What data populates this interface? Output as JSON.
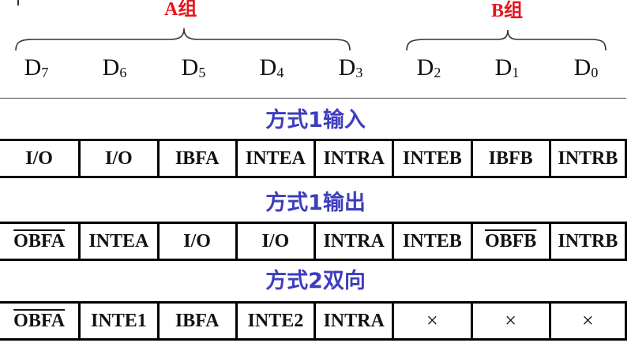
{
  "groups": [
    {
      "label": "A组"
    },
    {
      "label": "B组"
    }
  ],
  "bits": [
    {
      "base": "D",
      "sub": "7"
    },
    {
      "base": "D",
      "sub": "6"
    },
    {
      "base": "D",
      "sub": "5"
    },
    {
      "base": "D",
      "sub": "4"
    },
    {
      "base": "D",
      "sub": "3"
    },
    {
      "base": "D",
      "sub": "2"
    },
    {
      "base": "D",
      "sub": "1"
    },
    {
      "base": "D",
      "sub": "0"
    }
  ],
  "modes": [
    {
      "title": "方式1输入",
      "cells": [
        {
          "text": "I/O",
          "overline": false
        },
        {
          "text": "I/O",
          "overline": false
        },
        {
          "text": "IBFA",
          "overline": false
        },
        {
          "text": "INTEA",
          "overline": false
        },
        {
          "text": "INTRA",
          "overline": false
        },
        {
          "text": "INTEB",
          "overline": false
        },
        {
          "text": "IBFB",
          "overline": false
        },
        {
          "text": "INTRB",
          "overline": false
        }
      ]
    },
    {
      "title": "方式1输出",
      "cells": [
        {
          "text": "OBFA",
          "overline": true
        },
        {
          "text": "INTEA",
          "overline": false
        },
        {
          "text": "I/O",
          "overline": false
        },
        {
          "text": "I/O",
          "overline": false
        },
        {
          "text": "INTRA",
          "overline": false
        },
        {
          "text": "INTEB",
          "overline": false
        },
        {
          "text": "OBFB",
          "overline": true
        },
        {
          "text": "INTRB",
          "overline": false
        }
      ]
    },
    {
      "title": "方式2双向",
      "cells": [
        {
          "text": "OBFA",
          "overline": true
        },
        {
          "text": "INTE1",
          "overline": false
        },
        {
          "text": "IBFA",
          "overline": false
        },
        {
          "text": "INTE2",
          "overline": false
        },
        {
          "text": "INTRA",
          "overline": false
        },
        {
          "text": "×",
          "overline": false
        },
        {
          "text": "×",
          "overline": false
        },
        {
          "text": "×",
          "overline": false
        }
      ]
    }
  ]
}
